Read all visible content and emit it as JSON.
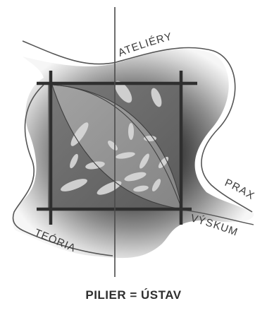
{
  "labels": {
    "ateliery": "ATELIÉRY",
    "prax": "PRAX",
    "vyskum": "VÝSKUM",
    "teoria": "TEÓRIA"
  },
  "caption": "PILIER = ÚSTAV"
}
